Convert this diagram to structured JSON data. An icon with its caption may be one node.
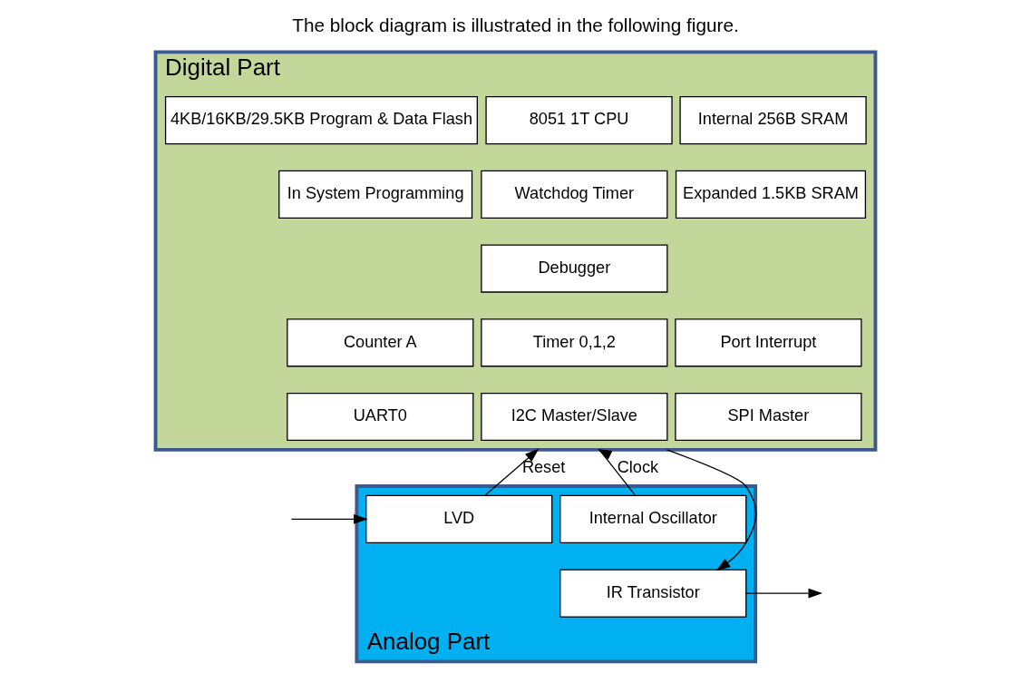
{
  "diagram": {
    "title": "The block diagram is illustrated in the following figure.",
    "nodes": [
      {
        "text": [
          "Digital Part"
        ]
      },
      {
        "text": [
          "4KB/16KB/29.5KB Program & Data Flash"
        ],
        "in": 0
      },
      {
        "text": [
          "8051 1T CPU"
        ],
        "in": 0
      },
      {
        "text": [
          "Internal 256B SRAM"
        ],
        "in": 0
      },
      {
        "text": [
          "Watchdog Timer"
        ],
        "in": 0
      },
      {
        "text": [
          "In System Programming"
        ],
        "in": 0
      },
      {
        "text": [
          "Debugger"
        ],
        "in": 0
      },
      {
        "text": [
          "Expanded 1.5KB SRAM"
        ],
        "in": 0
      },
      {
        "text": [
          "Counter A"
        ],
        "in": 0
      },
      {
        "text": [
          "Timer 0,1,2"
        ],
        "in": 0
      },
      {
        "text": [
          "Port Interrupt"
        ],
        "in": 0
      },
      {
        "text": [
          "UART0"
        ],
        "in": 0
      },
      {
        "text": [
          "I2C Master/Slave"
        ],
        "in": 0
      },
      {
        "text": [
          "SPI Master"
        ],
        "in": 0
      },
      {
        "text": [
          "Analog Part"
        ]
      },
      {
        "text": [
          "LVD"
        ],
        "in": 14
      },
      {
        "text": [
          "Internal Oscillator"
        ],
        "in": 14
      },
      {
        "text": [
          "IR Transistor"
        ],
        "in": 14
      }
    ],
    "edges": [
      {
        "from": null,
        "to": 15,
        "arrow": "to"
      },
      {
        "from": 15,
        "to": 0,
        "arrow": "to",
        "label": "Reset"
      },
      {
        "from": 16,
        "to": 0,
        "arrow": "to",
        "label": "Clock"
      },
      {
        "from": 0,
        "to": 17,
        "arrow": "to"
      },
      {
        "from": 17,
        "to": null,
        "arrow": "to"
      }
    ]
  }
}
